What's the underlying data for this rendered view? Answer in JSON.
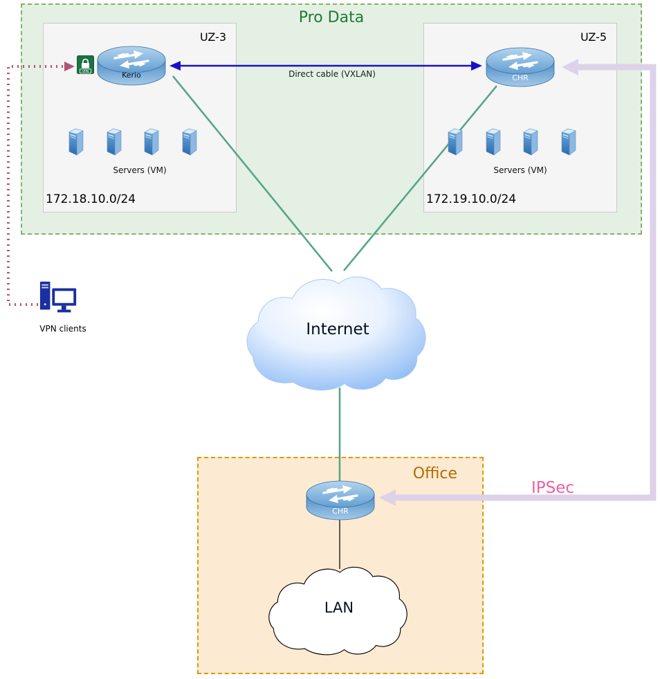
{
  "diagram": {
    "pro_data": {
      "title": "Pro Data",
      "uz3": {
        "title": "UZ-3",
        "router_label": "Kerio",
        "servers_label": "Servers (VM)",
        "subnet": "172.18.10.0/24"
      },
      "uz5": {
        "title": "UZ-5",
        "router_label": "CHR",
        "servers_label": "Servers (VM)",
        "subnet": "172.19.10.0/24"
      },
      "link_label": "Direct cable (VXLAN)"
    },
    "internet_label": "Internet",
    "vpn_clients_label": "VPN clients",
    "vpn_badge_label": "VPN",
    "ipsec_label": "IPSec",
    "office": {
      "title": "Office",
      "router_label": "CHR",
      "lan_label": "LAN"
    }
  },
  "colors": {
    "pro_data_bg": "#e4f0e4",
    "pro_data_border": "#82b366",
    "pro_data_title": "#1f7a33",
    "box_bg": "#f5f5f5",
    "box_border": "#c9c9c9",
    "office_bg": "#fdead2",
    "office_border": "#d79b00",
    "office_title": "#b36b00",
    "vxlan_arrow": "#1a0fc9",
    "teal_line": "#58a48c",
    "ipsec_line": "#ddd2e9",
    "ipsec_label": "#ef5fa0",
    "vpn_line": "#b05577",
    "router_blue": "#5b9bd5",
    "vpn_badge_green": "#1e7145",
    "client_navy": "#1b2f9e"
  }
}
